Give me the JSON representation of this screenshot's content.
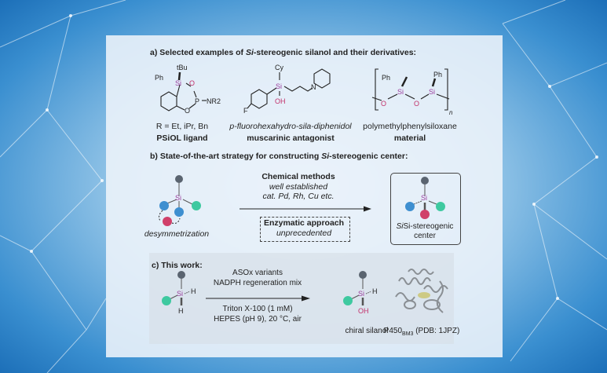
{
  "section_a": {
    "title_prefix": "a) Selected examples of ",
    "title_italic": "Si",
    "title_suffix": "-stereogenic silanol and their derivatives:",
    "ex1": {
      "line1": "R = Et, iPr, Bn",
      "line2": "PSiOL ligand",
      "atoms": {
        "tbu": "tBu",
        "ph": "Ph",
        "si": "Si",
        "o1": "O",
        "p": "P",
        "nr2": "NR2",
        "o2": "O"
      }
    },
    "ex2": {
      "line1": "p-fluorohexahydro-sila-diphenidol",
      "line2": "muscarinic antagonist",
      "atoms": {
        "cy": "Cy",
        "si": "Si",
        "oh": "OH",
        "n": "N",
        "f": "F"
      }
    },
    "ex3": {
      "line1": "polymethylphenylsiloxane",
      "line2": "material",
      "atoms": {
        "ph1": "Ph",
        "ph2": "Ph",
        "si": "Si",
        "o": "O",
        "n": "n"
      }
    }
  },
  "section_b": {
    "title_prefix": "b) State-of-the-art strategy for constructing ",
    "title_italic": "Si",
    "title_suffix": "-stereogenic center:",
    "chem_title": "Chemical methods",
    "chem_sub1": "well established",
    "chem_sub2": "cat. Pd, Rh, Cu etc.",
    "enz_title": "Enzymatic approach",
    "enz_sub": "unprecedented",
    "left_label": "desymmetrization",
    "si": "Si",
    "right_label1": "Si-stereogenic",
    "right_label2": "center"
  },
  "section_c": {
    "title": "c) This work:",
    "cond1": "ASOx variants",
    "cond2": "NADPH regeneration mix",
    "cond3": "Triton X-100 (1 mM)",
    "cond4": "HEPES (pH 9), 20 °C, air",
    "product_label": "chiral silanol",
    "protein_label": "P450",
    "protein_sub": "BM3",
    "protein_suffix": " (PDB: 1JPZ)",
    "atoms": {
      "si": "Si",
      "h": "H",
      "oh": "OH"
    }
  },
  "colors": {
    "si": "#9b3f9e",
    "o": "#c2306a",
    "gray_ball": "#5a6470",
    "blue_ball": "#3e8fd0",
    "green_ball": "#3ec9a0",
    "red_ball": "#d0406a"
  }
}
